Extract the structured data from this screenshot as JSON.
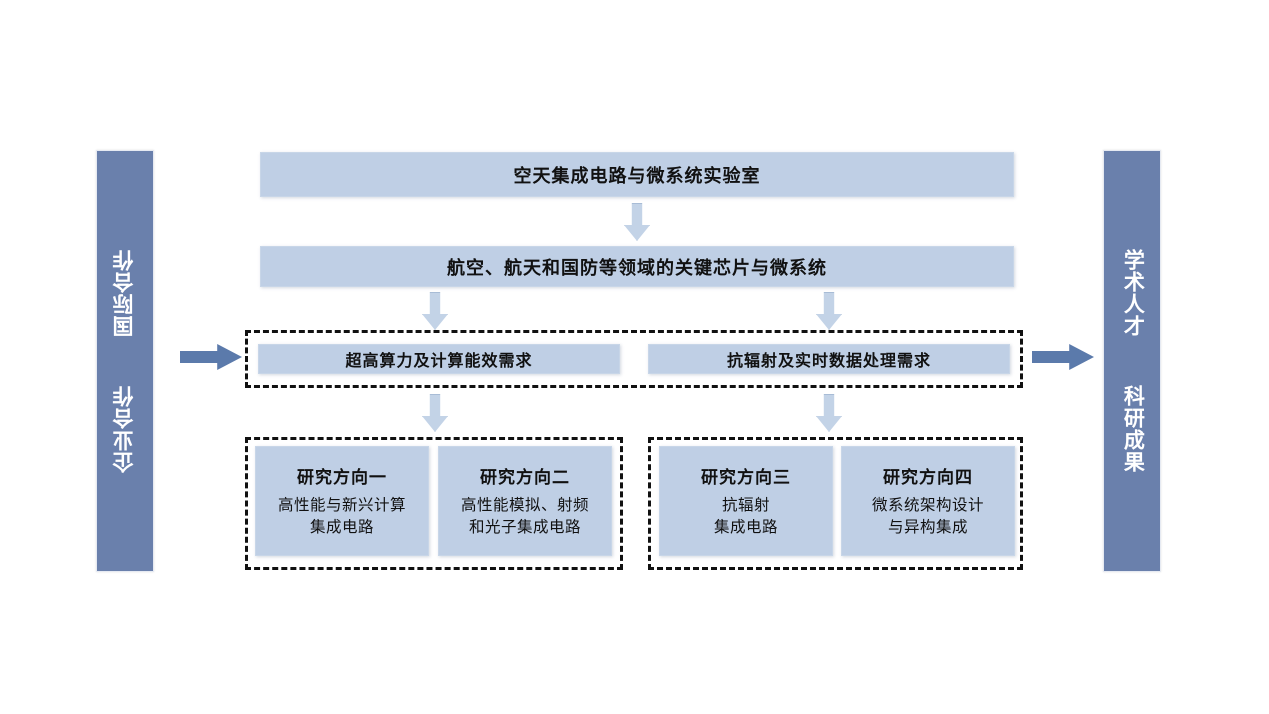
{
  "diagram": {
    "title_box": {
      "label": "空天集成电路与微系统实验室"
    },
    "domain_box": {
      "label": "航空、航天和国防等领域的关键芯片与微系统"
    },
    "left_bar": {
      "label": "企业合作  国际合作"
    },
    "right_bar": {
      "label": "学术人才  科研成果"
    },
    "needs": [
      {
        "label": "超高算力及计算能效需求"
      },
      {
        "label": "抗辐射及实时数据处理需求"
      }
    ],
    "directions": [
      {
        "title": "研究方向一",
        "line1": "高性能与新兴计算",
        "line2": "集成电路"
      },
      {
        "title": "研究方向二",
        "line1": "高性能模拟、射频",
        "line2": "和光子集成电路"
      },
      {
        "title": "研究方向三",
        "line1": "抗辐射",
        "line2": "集成电路"
      },
      {
        "title": "研究方向四",
        "line1": "微系统架构设计",
        "line2": "与异构集成"
      }
    ],
    "colors": {
      "box_fill": "#BFCFE5",
      "side_bar": "#6A80AC",
      "arrow_fill": "#5B7AAB",
      "down_arrow_fill": "#C3D3E7",
      "dashed_border": "#111111",
      "background": "#FFFFFF"
    }
  }
}
